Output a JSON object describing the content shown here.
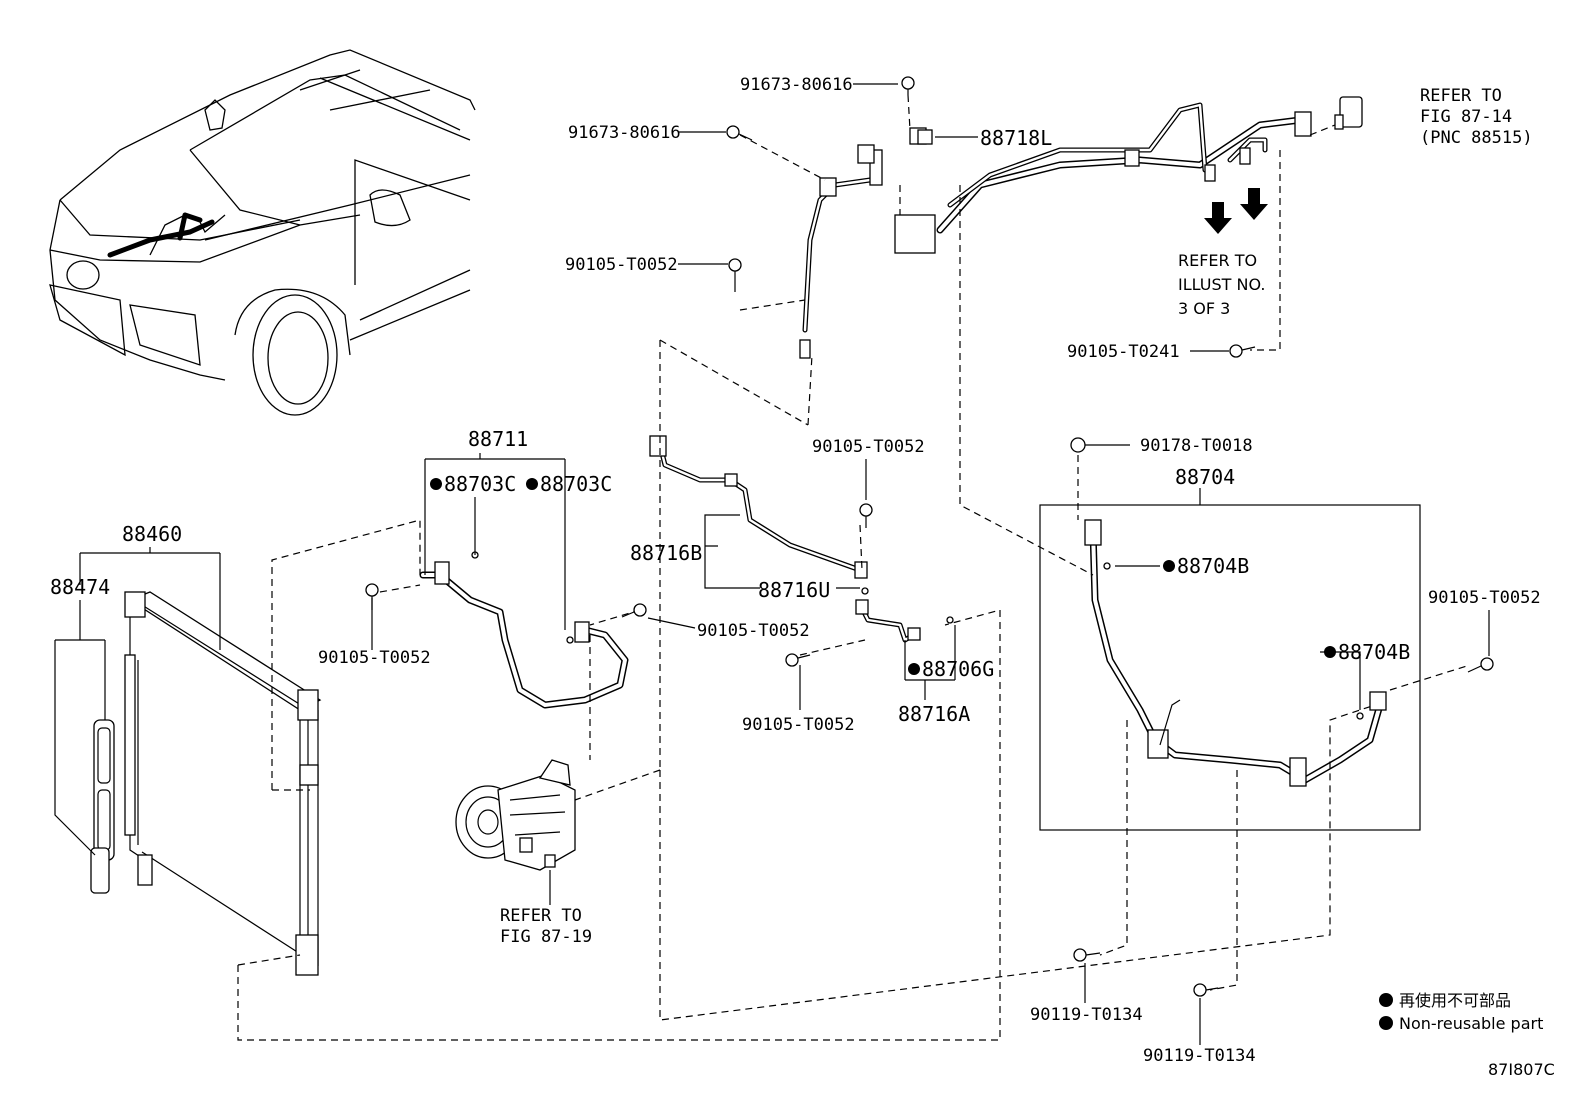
{
  "labels": {
    "p91673_top": "91673-80616",
    "p91673_left": "91673-80616",
    "p88718L": "88718L",
    "refer_fig_87_14_line1": "REFER TO",
    "refer_fig_87_14_line2": "FIG 87-14",
    "refer_fig_87_14_line3": "(PNC 88515)",
    "p90105_t0052_a": "90105-T0052",
    "refer_illust_line1": "REFER TO",
    "refer_illust_line2": "ILLUST NO.",
    "refer_illust_line3": "3 OF 3",
    "p90105_t0241": "90105-T0241",
    "p88711": "88711",
    "p88703C_a": "88703C",
    "p88703C_b": "88703C",
    "p90105_t0052_b": "90105-T0052",
    "p90178_t0018": "90178-T0018",
    "p88704": "88704",
    "p88704B_a": "88704B",
    "p88704B_b": "88704B",
    "p88460": "88460",
    "p88474": "88474",
    "p88716B": "88716B",
    "p88716U": "88716U",
    "p90105_t0052_c": "90105-T0052",
    "p90105_t0052_d": "90105-T0052",
    "p90105_t0052_e": "90105-T0052",
    "p88706G": "88706G",
    "p88716A": "88716A",
    "p90105_t0052_f": "90105-T0052",
    "refer_fig_87_19_line1": "REFER TO",
    "refer_fig_87_19_line2": "FIG 87-19",
    "p90119_t0134_a": "90119-T0134",
    "p90119_t0134_b": "90119-T0134",
    "legend_jp": "再使用不可部品",
    "legend_en": "Non-reusable part",
    "figure_code": "87I807C"
  }
}
